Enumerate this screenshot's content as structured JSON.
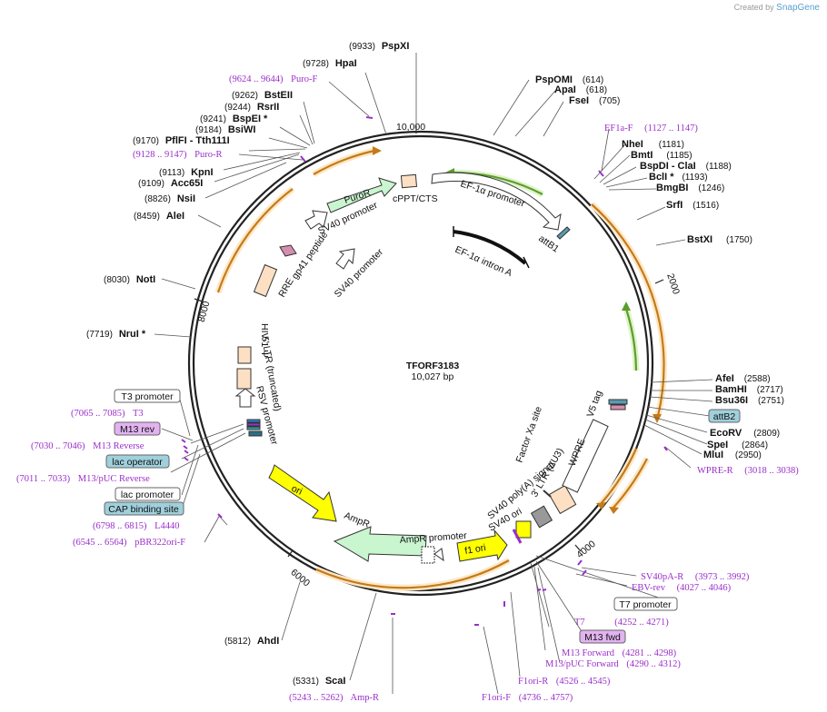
{
  "brand": {
    "created_by": "Created by",
    "name": "SnapGene"
  },
  "plasmid": {
    "name": "TFORF3183",
    "size": "10,027 bp"
  },
  "ruler": [
    "10,000",
    "2000",
    "4000",
    "6000",
    "8000"
  ],
  "enzymes": [
    {
      "name": "PspXI",
      "pos": "(9933)"
    },
    {
      "name": "HpaI",
      "pos": "(9728)"
    },
    {
      "name": "BstEII",
      "pos": "(9262)"
    },
    {
      "name": "RsrII",
      "pos": "(9244)"
    },
    {
      "name": "BspEI *",
      "pos": "(9241)"
    },
    {
      "name": "BsiWI",
      "pos": "(9184)"
    },
    {
      "name": "PflFI - Tth111I",
      "pos": "(9170)"
    },
    {
      "name": "KpnI",
      "pos": "(9113)"
    },
    {
      "name": "Acc65I",
      "pos": "(9109)"
    },
    {
      "name": "NsiI",
      "pos": "(8826)"
    },
    {
      "name": "AleI",
      "pos": "(8459)"
    },
    {
      "name": "NotI",
      "pos": "(8030)"
    },
    {
      "name": "NruI *",
      "pos": "(7719)"
    },
    {
      "name": "AhdI",
      "pos": "(5812)"
    },
    {
      "name": "ScaI",
      "pos": "(5331)"
    },
    {
      "name": "PspOMI",
      "pos": "(614)"
    },
    {
      "name": "ApaI",
      "pos": "(618)"
    },
    {
      "name": "FseI",
      "pos": "(705)"
    },
    {
      "name": "NheI",
      "pos": "(1181)"
    },
    {
      "name": "BmtI",
      "pos": "(1185)"
    },
    {
      "name": "BspDI - ClaI",
      "pos": "(1188)"
    },
    {
      "name": "BclI *",
      "pos": "(1193)"
    },
    {
      "name": "BmgBI",
      "pos": "(1246)"
    },
    {
      "name": "SrfI",
      "pos": "(1516)"
    },
    {
      "name": "BstXI",
      "pos": "(1750)"
    },
    {
      "name": "AfeI",
      "pos": "(2588)"
    },
    {
      "name": "BamHI",
      "pos": "(2717)"
    },
    {
      "name": "Bsu36I",
      "pos": "(2751)"
    },
    {
      "name": "EcoRV",
      "pos": "(2809)"
    },
    {
      "name": "SpeI",
      "pos": "(2864)"
    },
    {
      "name": "MluI",
      "pos": "(2950)"
    }
  ],
  "primers": [
    {
      "name": "Puro-F",
      "range": "(9624 .. 9644)"
    },
    {
      "name": "Puro-R",
      "range": "(9128 .. 9147)"
    },
    {
      "name": "T3",
      "range": "(7065 .. 7085)"
    },
    {
      "name": "M13 Reverse",
      "range": "(7030 .. 7046)"
    },
    {
      "name": "M13/pUC Reverse",
      "range": "(7011 .. 7033)"
    },
    {
      "name": "L4440",
      "range": "(6798 .. 6815)"
    },
    {
      "name": "pBR322ori-F",
      "range": "(6545 .. 6564)"
    },
    {
      "name": "Amp-R",
      "range": "(5243 .. 5262)"
    },
    {
      "name": "F1ori-F",
      "range": "(4736 .. 4757)"
    },
    {
      "name": "F1ori-R",
      "range": "(4526 .. 4545)"
    },
    {
      "name": "M13/pUC Forward",
      "range": "(4290 .. 4312)"
    },
    {
      "name": "M13 Forward",
      "range": "(4281 .. 4298)"
    },
    {
      "name": "T7",
      "range": "(4252 .. 4271)"
    },
    {
      "name": "EBV-rev",
      "range": "(4027 .. 4046)"
    },
    {
      "name": "SV40pA-R",
      "range": "(3973 .. 3992)"
    },
    {
      "name": "WPRE-R",
      "range": "(3018 .. 3038)"
    },
    {
      "name": "EF1a-F",
      "range": "(1127 .. 1147)"
    }
  ],
  "boxes": {
    "t3_promoter": "T3 promoter",
    "m13_rev": "M13 rev",
    "lac_operator": "lac operator",
    "lac_promoter": "lac promoter",
    "cap_site": "CAP binding site",
    "attb2": "attB2",
    "t7_promoter": "T7 promoter",
    "m13_fwd": "M13 fwd"
  },
  "features": {
    "puror": "PuroR",
    "sv40_promoter_1": "SV40 promoter",
    "sv40_promoter_2": "SV40 promoter",
    "cppt": "cPPT/CTS",
    "ef1a_promoter": "EF-1α promoter",
    "attb1": "attB1",
    "ef1a_intron": "EF-1α intron A",
    "gp41": "gp41 peptide",
    "rre": "RRE",
    "hiv_psi": "HIV-1 Ψ",
    "ltr5": "5' LTR (truncated)",
    "rsv": "RSV promoter",
    "v5": "V5 tag",
    "factor_xa": "Factor Xa site",
    "wpre": "WPRE",
    "ltr3": "3' LTR (ΔU3)",
    "sv40_polya": "SV40 poly(A) signal",
    "sv40_ori": "SV40 ori",
    "f1_ori": "f1 ori",
    "ampr_promoter": "AmpR promoter",
    "ampr": "AmpR",
    "ori": "ori"
  },
  "colors": {
    "primer": "#9a2fc9",
    "orf": "#e3922b",
    "green": "#7ac143",
    "purple_box": "#e2b3f0",
    "blue_box": "#9fd0dc",
    "yellow": "#ffff00",
    "peach": "#fde0c3",
    "mint": "#c9f5cf"
  }
}
